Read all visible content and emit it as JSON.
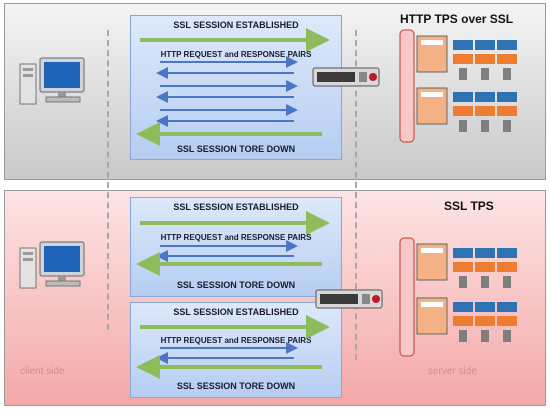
{
  "top": {
    "title": "HTTP TPS over SSL",
    "established": "SSL SESSION ESTABLISHED",
    "pairs": "HTTP REQUEST and RESPONSE PAIRS",
    "teardown": "SSL SESSION TORE DOWN"
  },
  "bottom": {
    "title": "SSL TPS",
    "session1": {
      "established": "SSL SESSION ESTABLISHED",
      "pairs": "HTTP REQUEST and RESPONSE PAIRS",
      "teardown": "SSL SESSION TORE DOWN"
    },
    "session2": {
      "established": "SSL SESSION ESTABLISHED",
      "pairs": "HTTP REQUEST and RESPONSE PAIRS",
      "teardown": "SSL SESSION TORE DOWN"
    },
    "client_side_label": "client side",
    "server_side_label": "server side"
  },
  "colors": {
    "established_arrow": "#8fbc5a",
    "request_arrow": "#4a76c4",
    "top_panel": "#d6d6d6",
    "bottom_panel": "#f7c1c1",
    "session_box": "#c6d8f4"
  }
}
